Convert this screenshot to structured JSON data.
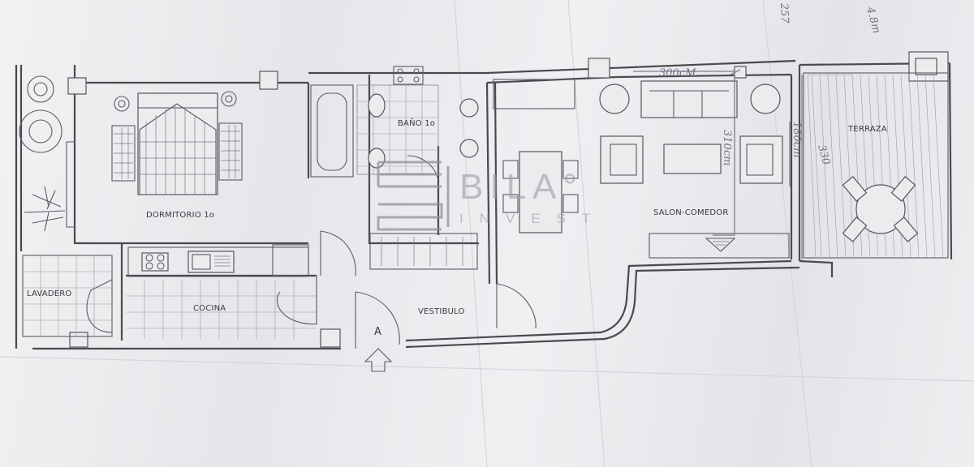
{
  "rooms": {
    "dormitorio": "DORMITORIO 1o",
    "bano": "BAÑO 1o",
    "lavadero": "LAVADERO",
    "cocina": "COCINA",
    "vestibulo": "VESTIBULO",
    "salon": "SALON-COMEDOR",
    "terraza": "TERRAZA"
  },
  "entrance": "A",
  "annotations": {
    "width_living": "300cM",
    "height_living": "310cm",
    "terrace_wall": "180cm",
    "terrace_depth": "330",
    "top_number": "257",
    "top_right_note": "4.8m"
  },
  "watermark": {
    "brand": "BILA°",
    "sub": "INVEST"
  }
}
